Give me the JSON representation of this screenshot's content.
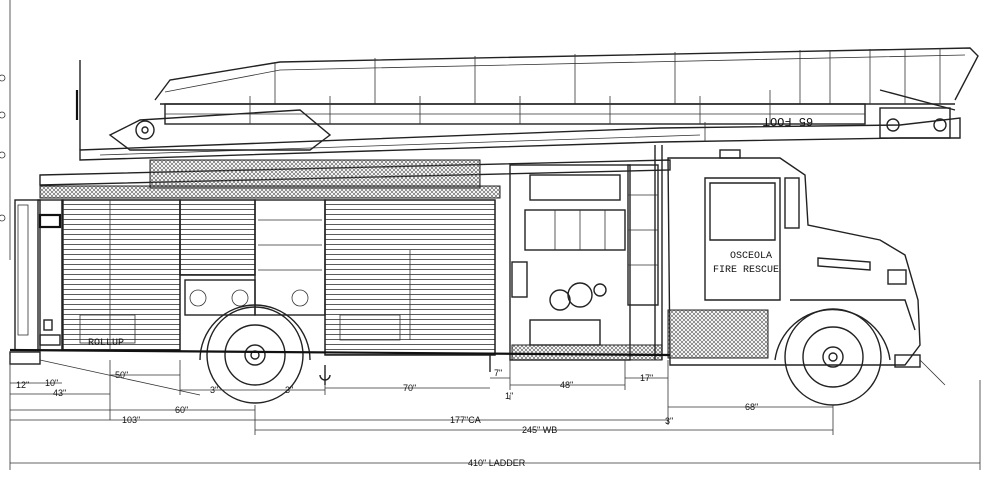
{
  "door_text": {
    "line1": "OSCEOLA",
    "line2": "FIRE RESCUE"
  },
  "ladder_text": "65 FOOT",
  "compartment_text": "ROLLUP",
  "dimensions": {
    "d12": "12\"",
    "d10": "10\"",
    "d43": "43\"",
    "d50": "50\"",
    "d60": "60\"",
    "d103": "103\"",
    "d3a": "3\"",
    "d3b": "3\"",
    "d70": "70\"",
    "d7": "7\"",
    "d1": "1\"",
    "d48": "48\"",
    "d17": "17\"",
    "d177": "177\"CA",
    "d245": "245\" WB",
    "d3c": "3\"",
    "d68": "68\"",
    "d410": "410\" LADDER"
  }
}
